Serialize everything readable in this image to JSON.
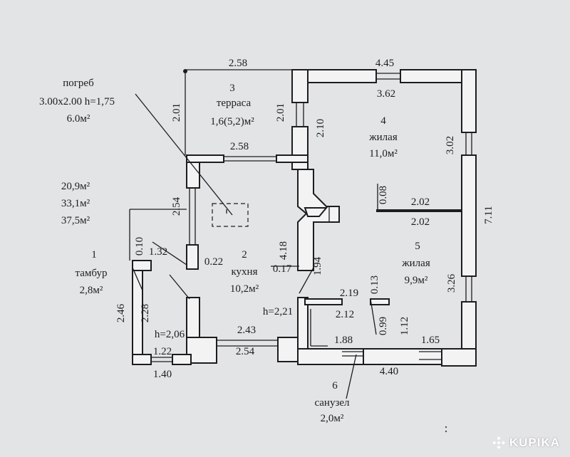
{
  "rooms": [
    {
      "num": "1",
      "name": "тамбур",
      "area": "2,8м²"
    },
    {
      "num": "2",
      "name": "кухня",
      "area": "10,2м²"
    },
    {
      "num": "3",
      "name": "терраса",
      "area": "1,6(5,2)м²"
    },
    {
      "num": "4",
      "name": "жилая",
      "area": "11,0м²"
    },
    {
      "num": "5",
      "name": "жилая",
      "area": "9,9м²"
    },
    {
      "num": "6",
      "name": "санузел",
      "area": "2,0м²"
    }
  ],
  "cellar": {
    "name": "погреб",
    "size": "3.00x2.00 h=1,75",
    "area": "6.0м²"
  },
  "totals": [
    "20,9м²",
    "33,1м²",
    "37,5м²"
  ],
  "heights": {
    "kitchen": "h=2,21",
    "vestibule": "h=2,06"
  },
  "dims": {
    "d1": "2.58",
    "d2": "4.45",
    "d3": "3.62",
    "d4": "2.01",
    "d5": "2.01",
    "d6": "2.10",
    "d7": "3.02",
    "d8": "2.58",
    "d9": "2.54",
    "d10": "0.08",
    "d11": "2.02",
    "d12": "2.02",
    "d13": "7.11",
    "d14": "0.10",
    "d15": "1.32",
    "d16": "0.22",
    "d17": "4.18",
    "d18": "0.17",
    "d19": "1.94",
    "d20": "0.13",
    "d21": "3.26",
    "d22": "2.19",
    "d23": "2.12",
    "d24": "1.12",
    "d25": "0.99",
    "d26": "2.46",
    "d27": "2.28",
    "d28": "2.43",
    "d29": "2.54",
    "d30": "1.88",
    "d31": "1.65",
    "d32": "1.22",
    "d33": "1.40",
    "d34": "4.40"
  },
  "watermark": "KUPIKA",
  "icons": {
    "watermark": "kupika-logo-icon"
  }
}
